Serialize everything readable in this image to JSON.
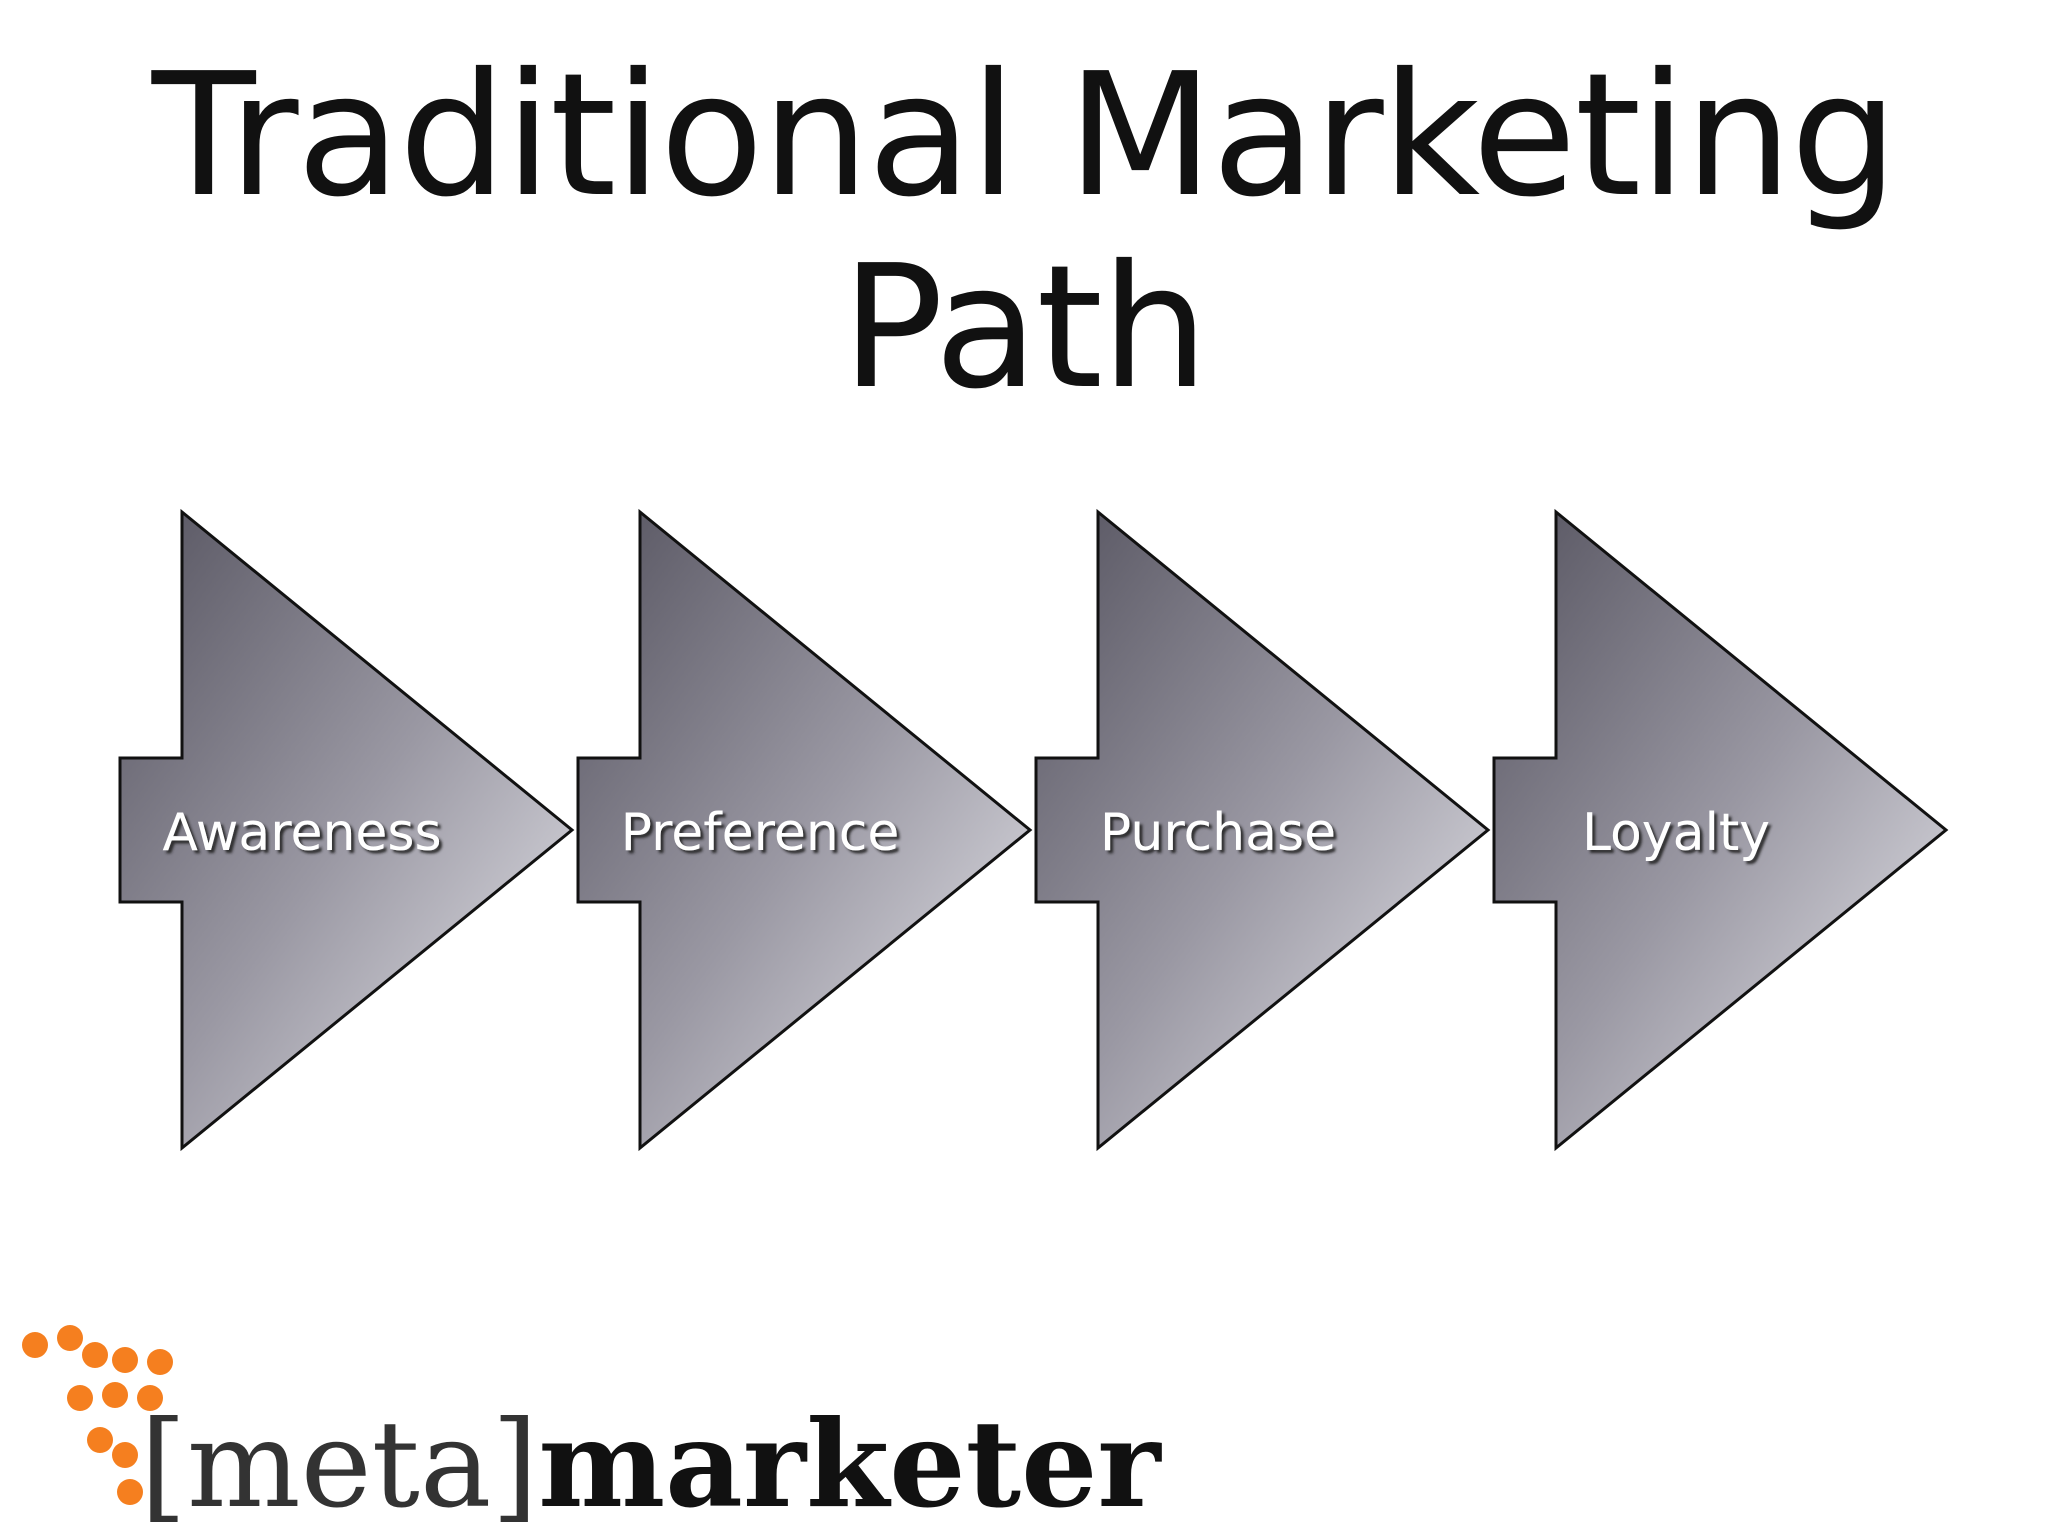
{
  "title": {
    "line1": "Traditional Marketing",
    "line2": "Path"
  },
  "diagram": {
    "type": "arrow-sequence",
    "steps": [
      "Awareness",
      "Preference",
      "Purchase",
      "Loyalty"
    ],
    "arrow_gradient": [
      "#5a5866",
      "#a8a6b0",
      "#e6e6ec"
    ]
  },
  "logo": {
    "bracket_part": "[meta]",
    "word_part": "marketer",
    "dot_color": "#f57f1f",
    "icon": "dot-cluster-icon"
  }
}
